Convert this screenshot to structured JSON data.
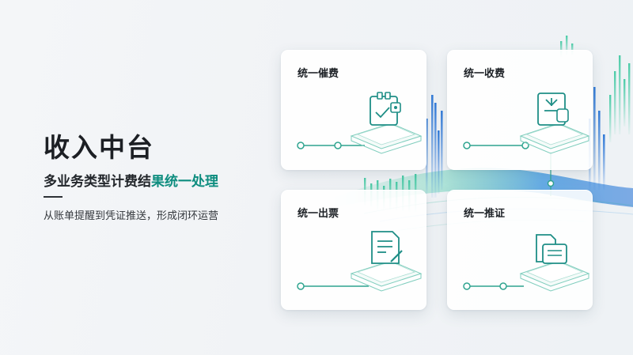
{
  "hero": {
    "title": "收入中台",
    "subtitle_prefix": "多业务类型计费结",
    "subtitle_highlight": "果统一处理",
    "description": "从账单提醒到凭证推送，形成闭环运营"
  },
  "cards": [
    {
      "title": "统一催费",
      "icon": "invoice-card-icon"
    },
    {
      "title": "统一收费",
      "icon": "download-cup-icon"
    },
    {
      "title": "统一出票",
      "icon": "document-signature-icon"
    },
    {
      "title": "统一推证",
      "icon": "file-stack-icon"
    }
  ],
  "colors": {
    "accent_teal": "#0e8d7f",
    "accent_green": "#2fa48f",
    "accent_blue": "#1f6fd6",
    "text_dark": "#1c1f24"
  }
}
